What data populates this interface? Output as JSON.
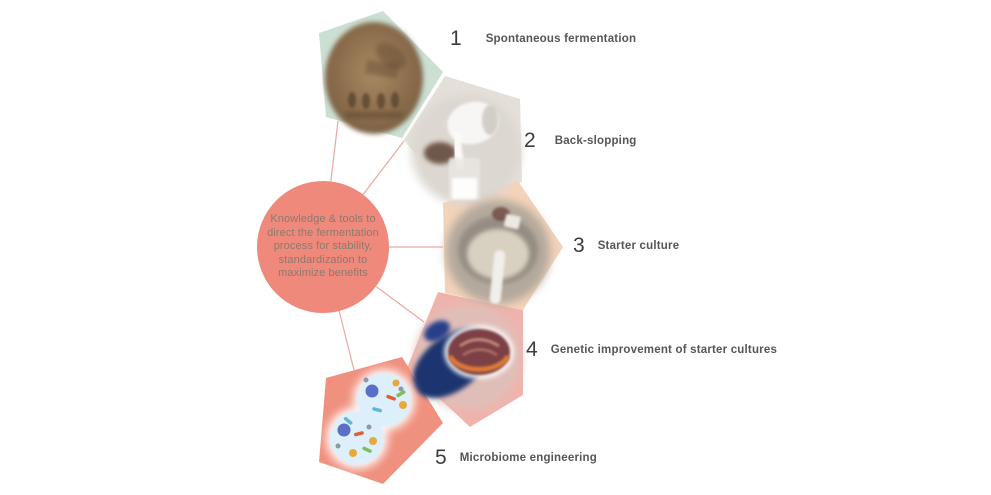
{
  "diagram": {
    "title_hidden": "",
    "center": {
      "color": "#ee897c",
      "text_color": "#8c7a6d",
      "lines": [
        "Knowledge & tools to",
        "direct the fermentation",
        "process for stability,",
        "standardization to",
        "maximize benefits"
      ]
    },
    "connector_color": "#eba8a1",
    "items": [
      {
        "number": "1",
        "label": "Spontaneous fermentation",
        "color": "#cbdfd3",
        "image": "egyptian-relief"
      },
      {
        "number": "2",
        "label": "Back-slopping",
        "color": "#e4dfd8",
        "image": "milk-pouring-into-glass"
      },
      {
        "number": "3",
        "label": "Starter culture",
        "color": "#f3d3ba",
        "image": "bowl-with-spoon"
      },
      {
        "number": "4",
        "label": "Genetic improvement of starter cultures",
        "color": "#efb3ac",
        "image": "gloved-hand-petri-dish"
      },
      {
        "number": "5",
        "label": "Microbiome engineering",
        "color": "#f0907e",
        "image": "microbiome-cells"
      }
    ]
  }
}
